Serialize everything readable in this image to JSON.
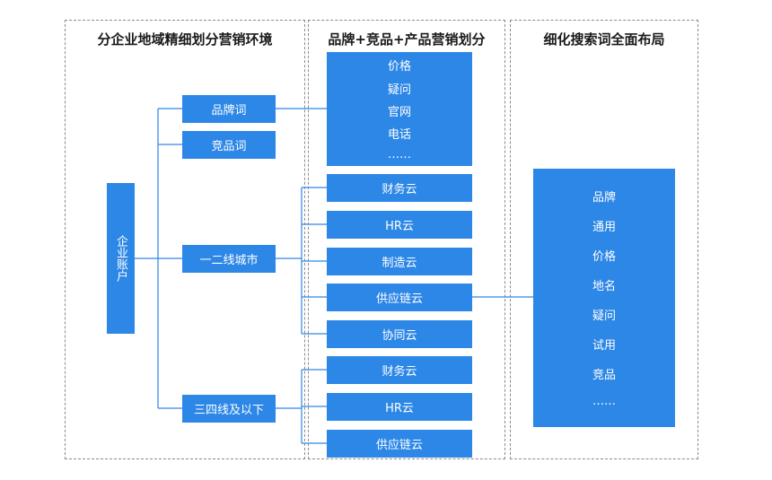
{
  "panels": {
    "left_title": "分企业地域精细划分营销环境",
    "middle_title": "品牌+竞品+产品营销划分",
    "right_title": "细化搜索词全面布局"
  },
  "root": "企业账户",
  "branches": {
    "brand": "品牌词",
    "competitor": "竞品词",
    "tier1": "一二线城市",
    "tier3": "三四线及以下"
  },
  "keyword_group": [
    "价格",
    "疑问",
    "官网",
    "电话",
    "……"
  ],
  "tier1_products": [
    "财务云",
    "HR云",
    "制造云",
    "供应链云",
    "协同云"
  ],
  "tier3_products": [
    "财务云",
    "HR云",
    "供应链云"
  ],
  "search_terms": [
    "品牌",
    "通用",
    "价格",
    "地名",
    "疑问",
    "试用",
    "竞品",
    "……"
  ],
  "colors": {
    "box": "#2d87e6",
    "line": "#2d87e6",
    "border": "#8a8a8a"
  }
}
